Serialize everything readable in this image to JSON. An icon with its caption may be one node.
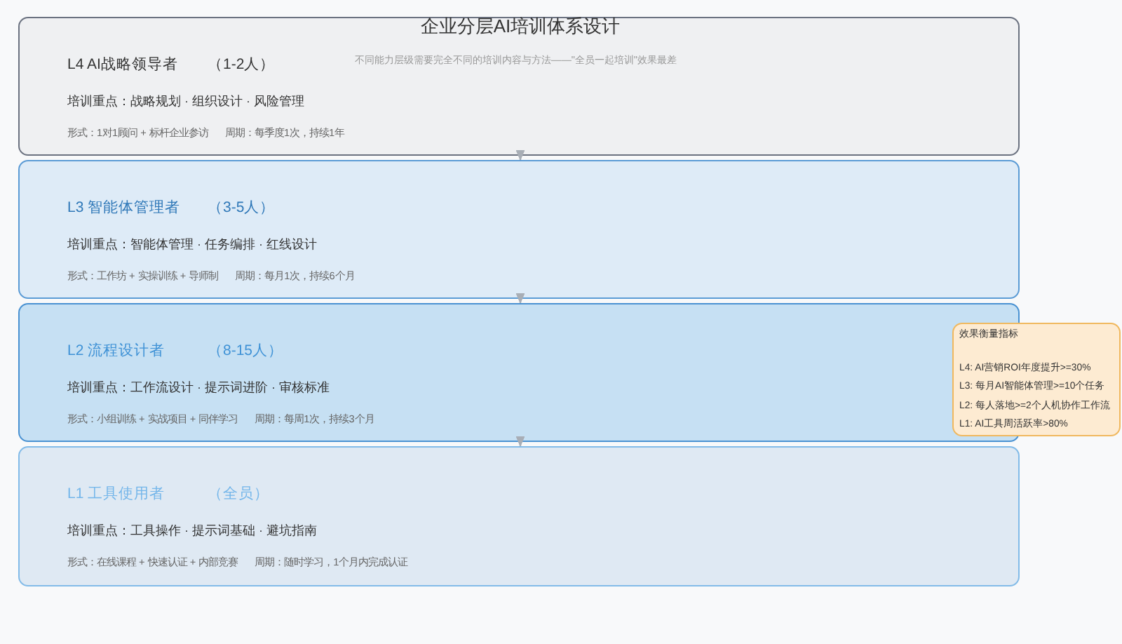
{
  "diagram": {
    "title": "企业分层AI培训体系设计",
    "nodes": [
      {
        "text": [
          "L4 AI战略领导者",
          "（1-2人）",
          "培训重点：战略规划 · 组织设计 · 风险管理",
          "形式：1对1顾问 + 标杆企业参访",
          "周期：每季度1次，持续1年"
        ]
      },
      {
        "text": [
          "L3 智能体管理者",
          "（3-5人）",
          "培训重点：智能体管理 · 任务编排 · 红线设计",
          "形式：工作坊 + 实操训练 + 导师制",
          "周期：每月1次，持续6个月"
        ]
      },
      {
        "text": [
          "L2 流程设计者",
          "（8-15人）",
          "培训重点：工作流设计 · 提示词进阶 · 审核标准",
          "形式：小组训练 + 实战项目 + 同伴学习",
          "周期：每周1次，持续3个月"
        ]
      },
      {
        "text": [
          "L1 工具使用者",
          "（全员）",
          "培训重点：工具操作 · 提示词基础 · 避坑指南",
          "形式：在线课程 + 快速认证 + 内部竞赛",
          "周期：随时学习，1个月内完成认证"
        ]
      },
      {
        "text": [
          "效果衡量指标",
          "L4: AI营销ROI年度提升>=30%",
          "L3: 每月AI智能体管理>=10个任务",
          "L2: 每人落地>=2个人机协作工作流",
          "L1: AI工具周活跃率>80%"
        ]
      }
    ],
    "edges": [
      {
        "from": 0,
        "to": 1,
        "arrow": "to"
      },
      {
        "from": 1,
        "to": 2,
        "arrow": "to"
      },
      {
        "from": 2,
        "to": 3,
        "arrow": "to"
      }
    ],
    "labels": [
      "不同能力层级需要完全不同的培训内容与方法——\"全员一起培训\"效果最差"
    ]
  }
}
